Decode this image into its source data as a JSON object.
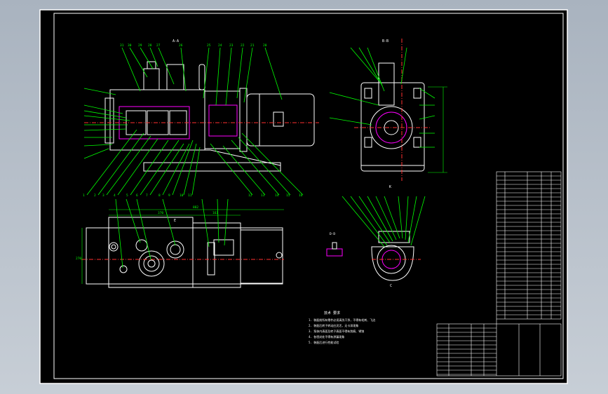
{
  "drawing": {
    "section_aa_label": "A-A",
    "section_bb_label": "B-B",
    "section_dd_label": "D-D",
    "view_c_label": "C",
    "view_e_label": "E",
    "view_k_label": "K",
    "dim_width_main": "882",
    "dim_sub_a": "370",
    "dim_sub_b": "163",
    "dim_height_side": "270"
  },
  "notes": {
    "heading": "技术  要求",
    "lines": [
      "1. 装配前所有零件必须清洗干净，不得有毛刺、飞边",
      "2. 装配后转子转动应灵活，无卡滞现象",
      "3. 泵体内表面及转子表面不得有划痕、锈蚀",
      "4. 各密封处不得有渗漏现象",
      "5. 装配后进行性能试验"
    ]
  },
  "colors": {
    "background": "#000000",
    "frame": "#ffffff",
    "outline": "#ffffff",
    "leader": "#00ff00",
    "centerline": "#ff3030",
    "hatch": "#ff00ff",
    "dimension": "#ffffff"
  }
}
